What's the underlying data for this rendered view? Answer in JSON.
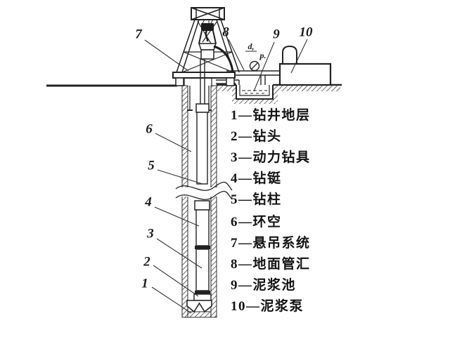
{
  "diagram": {
    "callouts": {
      "c1": "1",
      "c2": "2",
      "c3": "3",
      "c4": "4",
      "c5": "5",
      "c6": "6",
      "c7": "7",
      "c8": "8",
      "c9": "9",
      "c10": "10"
    },
    "gauge": {
      "top_label": "d,",
      "right_label": "p."
    }
  },
  "legend": {
    "items": [
      {
        "text": "1—钻井地层"
      },
      {
        "text": "2—钻头"
      },
      {
        "text": "3—动力钻具"
      },
      {
        "text": "4—钻铤"
      },
      {
        "text": "5—钻柱"
      },
      {
        "text": "6—环空"
      },
      {
        "text": "7—悬吊系统"
      },
      {
        "text": "8—地面管汇"
      },
      {
        "text": "9—泥浆池"
      },
      {
        "text": "10—泥浆泵"
      }
    ]
  }
}
